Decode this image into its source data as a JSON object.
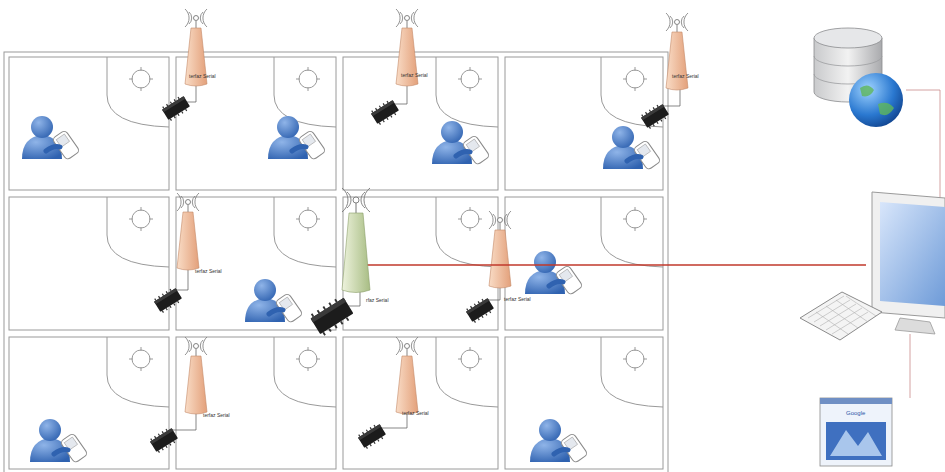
{
  "diagram": {
    "labels": [
      "terfaz Serial",
      "terfaz Serial",
      "terfaz Serial",
      "terfaz Serial",
      "rfaz Serial",
      "terfaz Serial",
      "terfaz Serial",
      "terfaz Serial",
      "Google"
    ]
  }
}
